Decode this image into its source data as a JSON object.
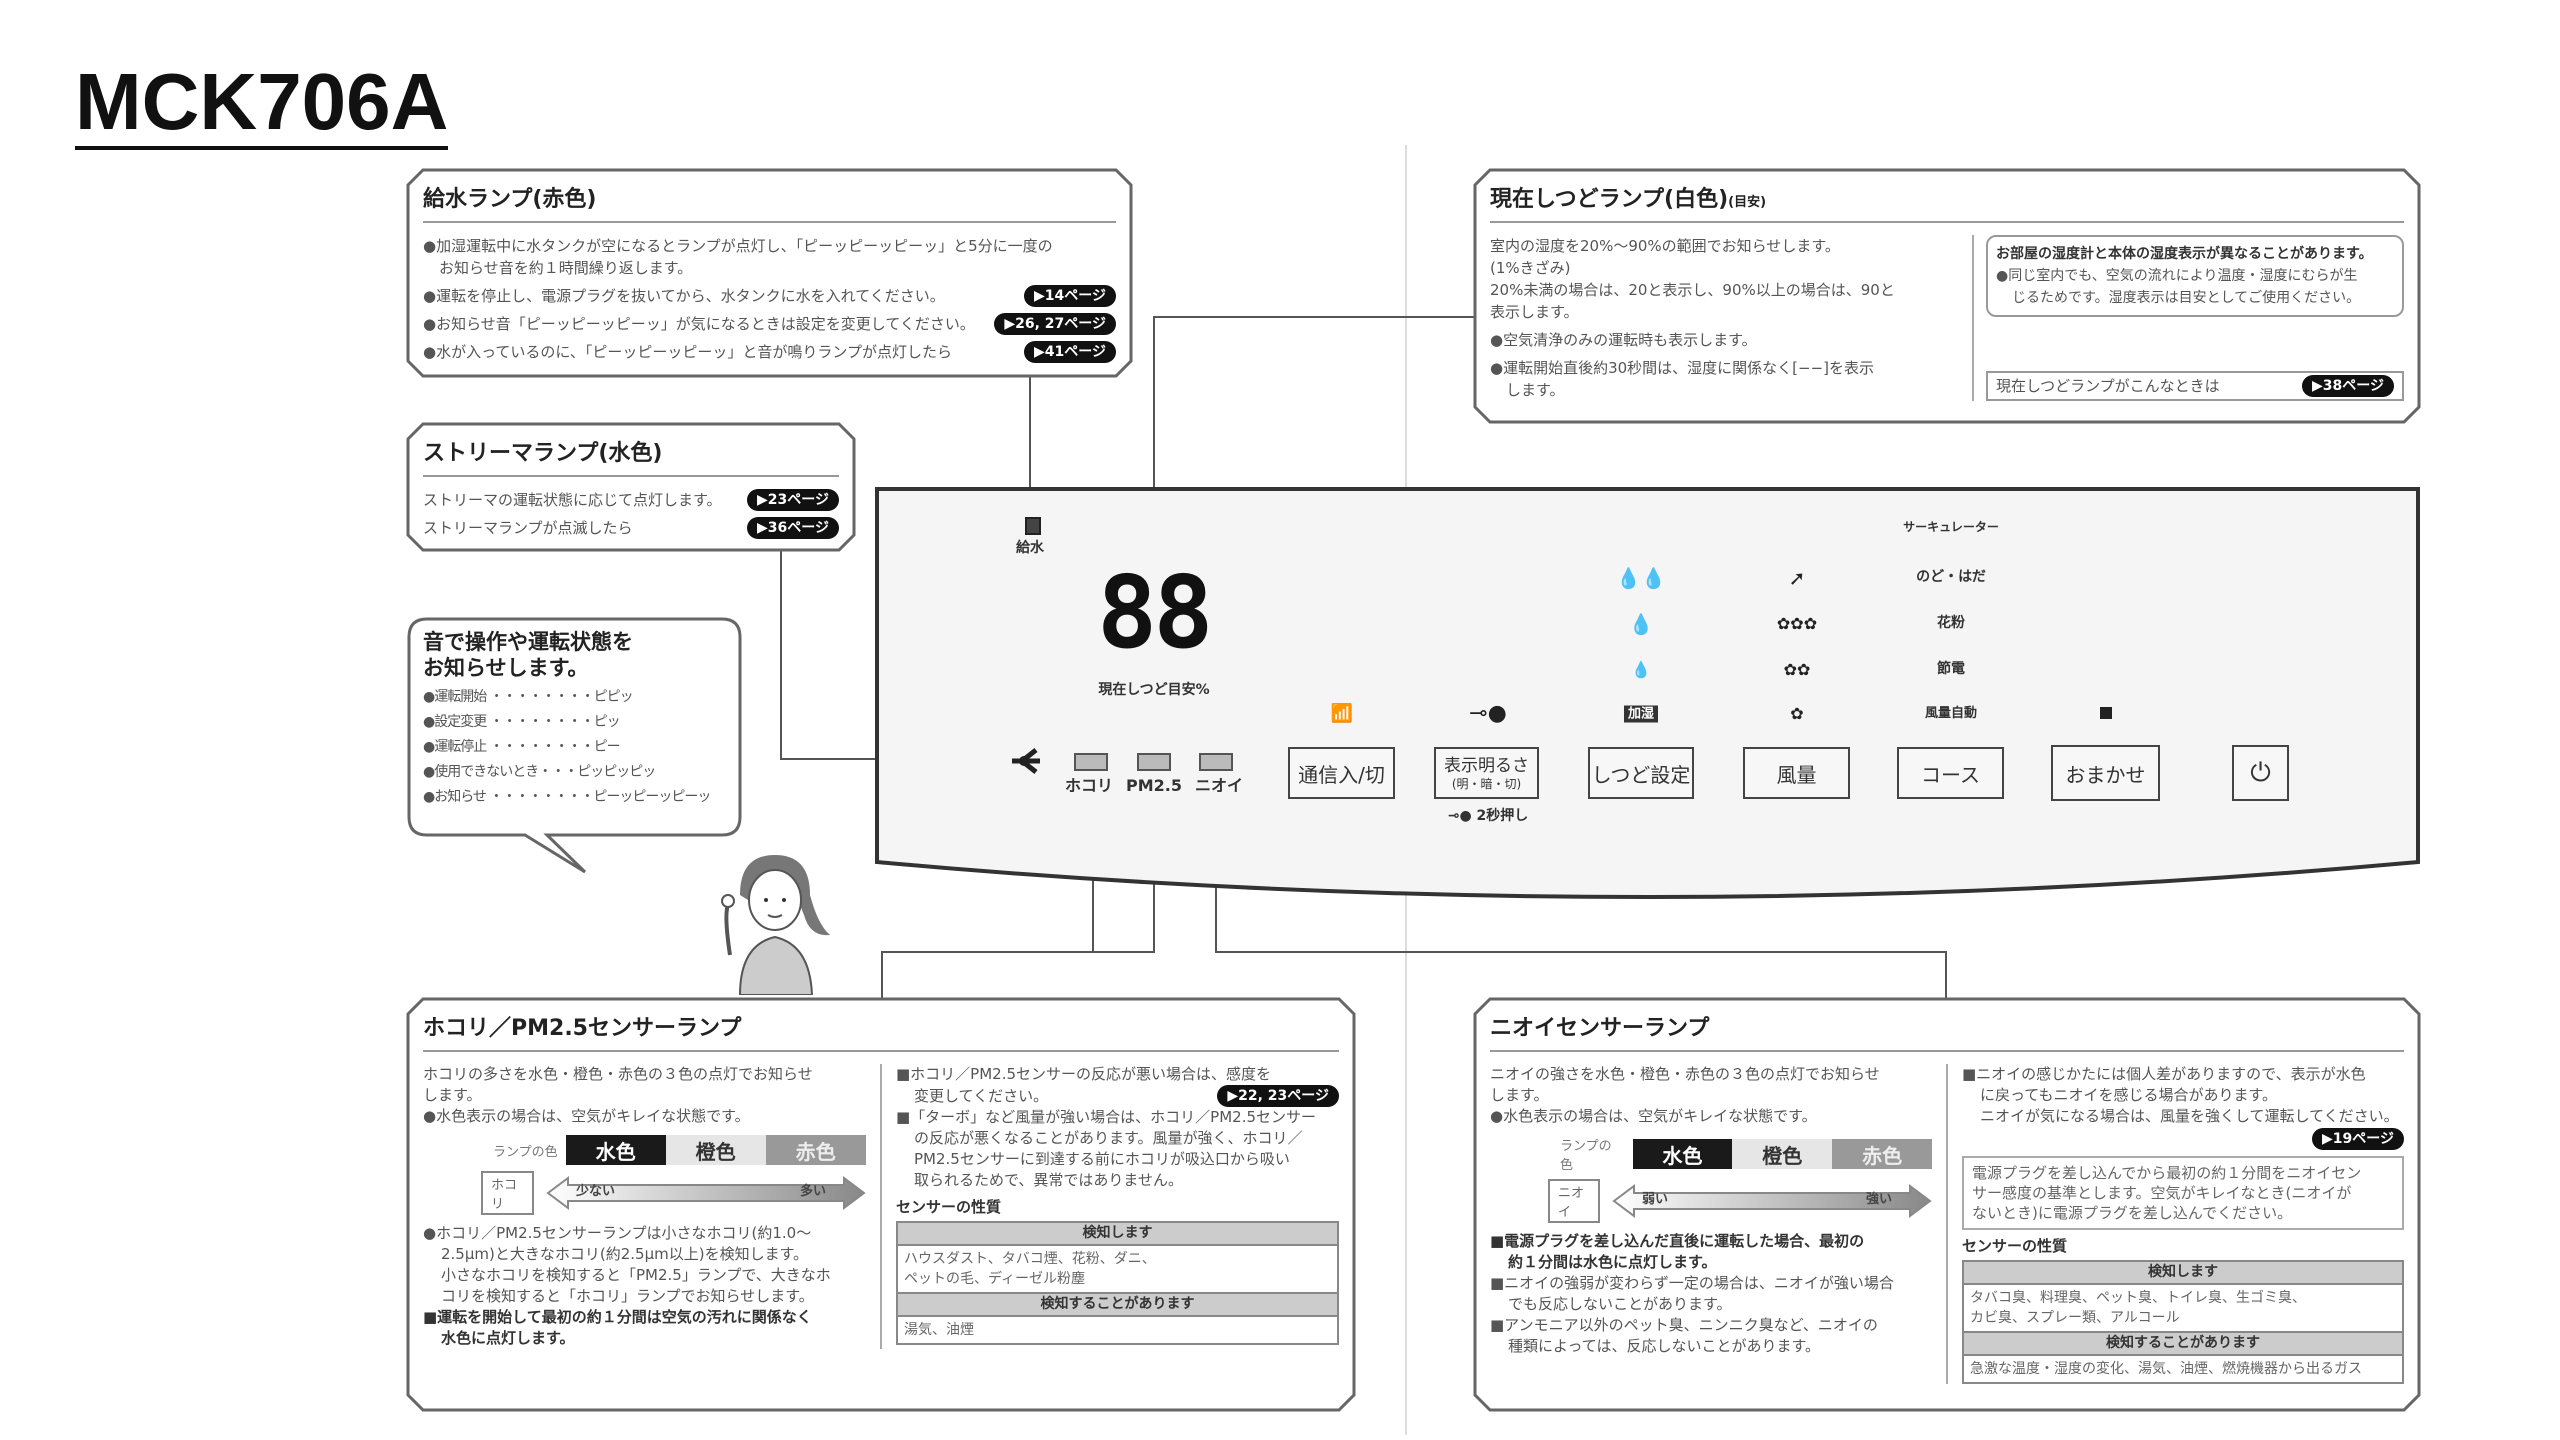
{
  "title": "MCK706A",
  "water_box": {
    "title": "給水ランプ(赤色)",
    "items": [
      {
        "text": "●加湿運転中に水タンクが空になるとランプが点灯し、「ピーッピーッピーッ」と5分に一度の",
        "cont": "お知らせ音を約１時間繰り返します。"
      },
      {
        "text": "●運転を停止し、電源プラグを抜いてから、水タンクに水を入れてください。",
        "badge": "▶14ページ"
      },
      {
        "text": "●お知らせ音「ピーッピーッピーッ」が気になるときは設定を変更してください。",
        "badge": "▶26, 27ページ"
      },
      {
        "text": "●水が入っているのに、「ピーッピーッピーッ」と音が鳴りランプが点灯したら",
        "badge": "▶41ページ"
      }
    ]
  },
  "streamer_box": {
    "title": "ストリーマランプ(水色)",
    "items": [
      {
        "text": "ストリーマの運転状態に応じて点灯します。",
        "badge": "▶23ページ"
      },
      {
        "text": "ストリーマランプが点滅したら",
        "badge": "▶36ページ"
      }
    ]
  },
  "sound_box": {
    "title1": "音で操作や運転状態を",
    "title2": "お知らせします。",
    "items": [
      "●運転開始 ・・・・・・・・ピピッ",
      "●設定変更 ・・・・・・・・ピッ",
      "●運転停止 ・・・・・・・・ピー",
      "●使用できないとき・・・ピッピッピッ",
      "●お知らせ ・・・・・・・・ピーッピーッピーッ"
    ]
  },
  "humidity_box": {
    "title": "現在しつどランプ(白色)",
    "title_note": "(目安)",
    "left": [
      "室内の湿度を20%〜90%の範囲でお知らせします。",
      "(1%きざみ)",
      "20%未満の場合は、20と表示し、90%以上の場合は、90と",
      "表示します。",
      "●空気清浄のみの運転時も表示します。",
      "●運転開始直後約30秒間は、湿度に関係なく[−−]を表示",
      "します。"
    ],
    "notice_title": "お部屋の湿度計と本体の湿度表示が異なることがあります。",
    "notice_lines": [
      "●同じ室内でも、空気の流れにより温度・湿度にむらが生",
      "じるためです。湿度表示は目安としてご使用ください。"
    ],
    "link_text": "現在しつどランプがこんなときは",
    "link_badge": "▶38ページ"
  },
  "panel": {
    "water_label": "給水",
    "display_value": "88",
    "display_label": "現在しつど目安%",
    "sensor_labels": [
      "ホコリ",
      "PM2.5",
      "ニオイ"
    ],
    "course_labels": [
      "サーキュレーター",
      "のど・はだ",
      "花粉",
      "節電",
      "風量自動"
    ],
    "humidify_badge": "加湿",
    "key_hint": "2秒押し",
    "buttons": {
      "comm": "通信入/切",
      "brightness": "表示明るさ",
      "brightness_sub": "(明・暗・切)",
      "humidity": "しつど設定",
      "fan": "風量",
      "course": "コース",
      "auto": "おまかせ",
      "power": "⏻"
    }
  },
  "dust_box": {
    "title": "ホコリ／PM2.5センサーランプ",
    "p1": [
      "ホコリの多さを水色・橙色・赤色の３色の点灯でお知らせ",
      "します。"
    ],
    "p2": "●水色表示の場合は、空気がキレイな状態です。",
    "lamp_label": "ランプの色",
    "colors": [
      "水色",
      "橙色",
      "赤色"
    ],
    "scale_tag": "ホコリ",
    "scale_low": "少ない",
    "scale_high": "多い",
    "p3": [
      "●ホコリ／PM2.5センサーランプは小さなホコリ(約1.0〜",
      "2.5μm)と大きなホコリ(約2.5μm以上)を検知します。",
      "小さなホコリを検知すると「PM2.5」ランプで、大きなホ",
      "コリを検知すると「ホコリ」ランプでお知らせします。"
    ],
    "p4": [
      "■運転を開始して最初の約１分間は空気の汚れに関係なく",
      "水色に点灯します。"
    ],
    "r1": [
      "■ホコリ／PM2.5センサーの反応が悪い場合は、感度を",
      "変更してください。"
    ],
    "r1_badge": "▶22, 23ページ",
    "r2": [
      "■「ターボ」など風量が強い場合は、ホコリ／PM2.5センサー",
      "の反応が悪くなることがあります。風量が強く、ホコリ／",
      "PM2.5センサーに到達する前にホコリが吸込口から吸い",
      "取られるためで、異常ではありません。"
    ],
    "sensor_heading": "センサーの性質",
    "detects_header": "検知します",
    "detects": [
      "ハウスダスト、タバコ煙、花粉、ダニ、",
      "ペットの毛、ディーゼル粉塵"
    ],
    "may_detect_header": "検知することがあります",
    "may_detect": "湯気、油煙"
  },
  "odor_box": {
    "title": "ニオイセンサーランプ",
    "p1": [
      "ニオイの強さを水色・橙色・赤色の３色の点灯でお知らせ",
      "します。"
    ],
    "p2": "●水色表示の場合は、空気がキレイな状態です。",
    "lamp_label": "ランプの色",
    "colors": [
      "水色",
      "橙色",
      "赤色"
    ],
    "scale_tag": "ニオイ",
    "scale_low": "弱い",
    "scale_high": "強い",
    "p3": [
      "■電源プラグを差し込んだ直後に運転した場合、最初の",
      "約１分間は水色に点灯します。"
    ],
    "p4": [
      "■ニオイの強弱が変わらず一定の場合は、ニオイが強い場合",
      "でも反応しないことがあります。"
    ],
    "p5": [
      "■アンモニア以外のペット臭、ニンニク臭など、ニオイの",
      "種類によっては、反応しないことがあります。"
    ],
    "r1": [
      "■ニオイの感じかたには個人差がありますので、表示が水色",
      "に戻ってもニオイを感じる場合があります。",
      "ニオイが気になる場合は、風量を強くして運転してください。"
    ],
    "r1_badge": "▶19ページ",
    "note": [
      "電源プラグを差し込んでから最初の約１分間をニオイセン",
      "サー感度の基準とします。空気がキレイなとき(ニオイが",
      "ないとき)に電源プラグを差し込んでください。"
    ],
    "sensor_heading": "センサーの性質",
    "detects_header": "検知します",
    "detects": [
      "タバコ臭、料理臭、ペット臭、トイレ臭、生ゴミ臭、",
      "カビ臭、スプレー類、アルコール"
    ],
    "may_detect_header": "検知することがあります",
    "may_detect": "急激な温度・湿度の変化、湯気、油煙、燃焼機器から出るガス"
  }
}
